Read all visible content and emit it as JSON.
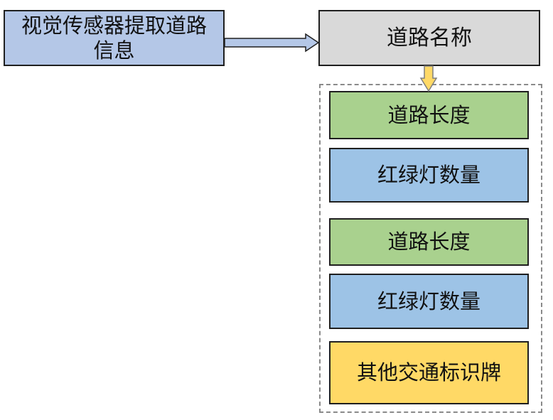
{
  "source": {
    "label": "视觉传感器提取道路信息",
    "color": "#b4c7e7"
  },
  "road_name": {
    "label": "道路名称",
    "color": "#d9d9d9"
  },
  "attributes": [
    {
      "label": "道路长度",
      "color": "#a9d18e"
    },
    {
      "label": "红绿灯数量",
      "color": "#9dc3e6"
    },
    {
      "label": "道路长度",
      "color": "#a9d18e"
    },
    {
      "label": "红绿灯数量",
      "color": "#9dc3e6"
    },
    {
      "label": "其他交通标识牌",
      "color": "#ffd966"
    }
  ],
  "arrows": {
    "source_to_name": {
      "fill": "#b4c7e7",
      "stroke": "#1f1f1f"
    },
    "name_to_attributes": {
      "fill": "#ffd966",
      "stroke": "#7f7f7f"
    }
  },
  "group_border_color": "#8a8a8a"
}
